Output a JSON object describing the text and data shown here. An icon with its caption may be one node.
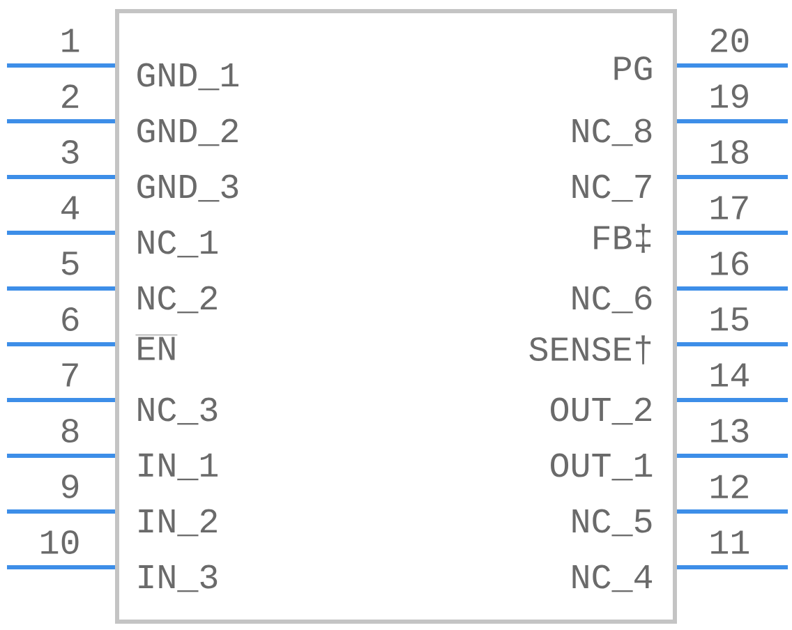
{
  "diagram": {
    "nodes": [
      {
        "text": [
          "GND_1",
          "GND_2",
          "GND_3",
          "NC_1",
          "NC_2",
          "EN",
          "NC_3",
          "IN_1",
          "IN_2",
          "IN_3",
          "NC_4",
          "NC_5",
          "OUT_1",
          "OUT_2",
          "SENSE†",
          "NC_6",
          "FB‡",
          "NC_7",
          "NC_8",
          "PG"
        ]
      }
    ],
    "labels": [
      "1",
      "2",
      "3",
      "4",
      "5",
      "6",
      "7",
      "8",
      "9",
      "10",
      "11",
      "12",
      "13",
      "14",
      "15",
      "16",
      "17",
      "18",
      "19",
      "20"
    ]
  }
}
